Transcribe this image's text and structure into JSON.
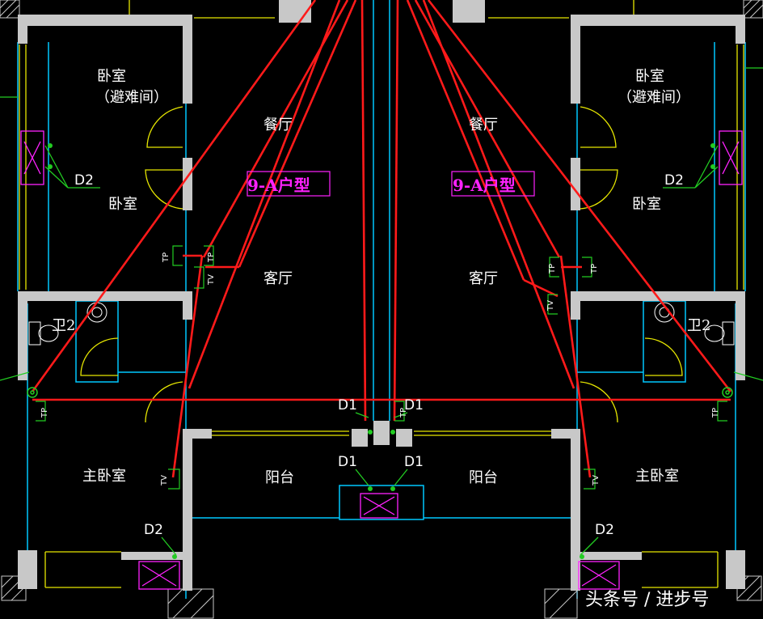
{
  "rooms": {
    "bedroom_refuge": "卧室",
    "refuge_note": "（避难间）",
    "bedroom": "卧室",
    "dining": "餐厅",
    "living": "客厅",
    "bath": "卫2",
    "master_bedroom": "主卧室",
    "balcony": "阳台"
  },
  "unit_type": "9-A户型",
  "codes": {
    "d1": "D1",
    "d2": "D2"
  },
  "outlets": {
    "tp": "TP",
    "tv": "TV"
  },
  "watermark": "头条号 / 进步号",
  "colors": {
    "background": "#000000",
    "wall": "#c8c8c8",
    "cable": "#ff1a1a",
    "window": "#e6e600",
    "door": "#e6e600",
    "box": "#ff22ff",
    "leader": "#22cc22",
    "thin": "#00c8ff",
    "text": "#ffffff"
  }
}
